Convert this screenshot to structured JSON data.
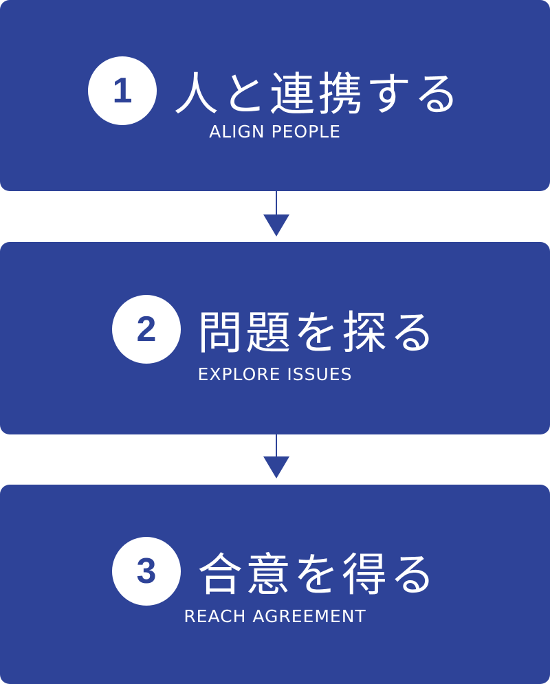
{
  "colors": {
    "box": "#2e4398",
    "text": "#ffffff",
    "badge_bg": "#ffffff",
    "badge_text": "#2e4398"
  },
  "steps": [
    {
      "number": "1",
      "title_jp": "人と連携する",
      "title_en": "ALIGN PEOPLE"
    },
    {
      "number": "2",
      "title_jp": "問題を探る",
      "title_en": "EXPLORE ISSUES"
    },
    {
      "number": "3",
      "title_jp": "合意を得る",
      "title_en": "REACH AGREEMENT"
    }
  ],
  "connectors": [
    {
      "icon": "down-arrow-icon"
    },
    {
      "icon": "down-arrow-icon"
    }
  ]
}
